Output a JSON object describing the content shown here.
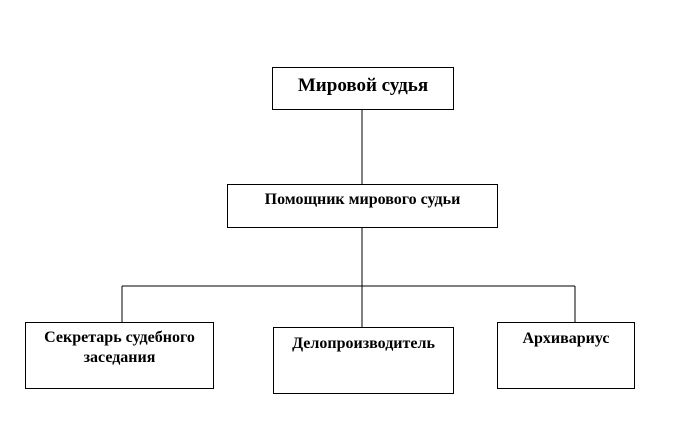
{
  "diagram": {
    "root": {
      "label": "Мировой судья"
    },
    "assistant": {
      "label": "Помощник мирового судьи"
    },
    "subordinates": [
      {
        "label_line1": "Секретарь судебного",
        "label_line2": "заседания"
      },
      {
        "label_line1": "Делопроизводитель",
        "label_line2": ""
      },
      {
        "label_line1": "Архивариус",
        "label_line2": ""
      }
    ],
    "line_color": "#000000",
    "box_border_color": "#000000"
  }
}
